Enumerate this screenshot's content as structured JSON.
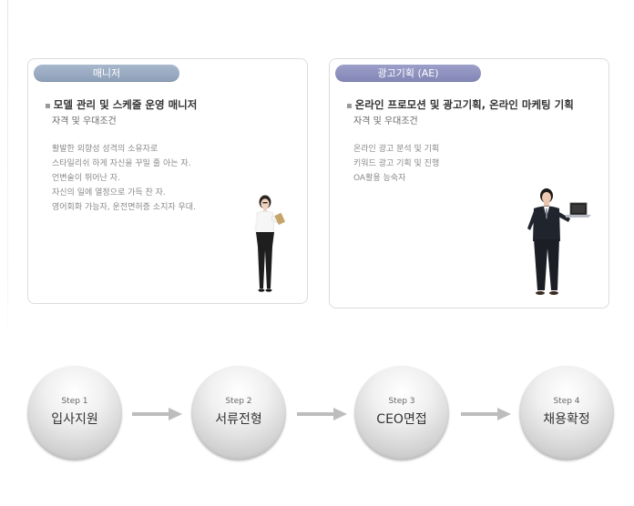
{
  "positions": [
    {
      "badge": "매니저",
      "title": "모델 관리 및 스케줄 운영 매니저",
      "requirements_heading": "자격 및 우대조건",
      "requirements": [
        "활발한 외향성 성격의 소유자로",
        "스타일리쉬 하게 자신을 꾸밀 줄 아는 자.",
        "언변술이 뛰어난 자.",
        "자신의 일에 열정으로 가득 찬 자.",
        "영어회화 가능자, 운전면허증 소지자 우대."
      ]
    },
    {
      "badge": "광고기획 (AE)",
      "title": "온라인 프로모션 및 광고기획, 온라인 마케팅 기획",
      "requirements_heading": "자격 및 우대조건",
      "requirements": [
        "온라인 광고 분석 및 기획",
        "키워드 광고 기획 및 진행",
        "OA활용 능숙자"
      ]
    }
  ],
  "process": [
    {
      "step": "Step 1",
      "name": "입사지원"
    },
    {
      "step": "Step 2",
      "name": "서류전형"
    },
    {
      "step": "Step 3",
      "name": "CEO면접"
    },
    {
      "step": "Step 4",
      "name": "채용확정"
    }
  ],
  "colors": {
    "badge_manager": "#97a9c1",
    "badge_ae": "#8b8fbf",
    "card_border": "#dcdcdc"
  }
}
